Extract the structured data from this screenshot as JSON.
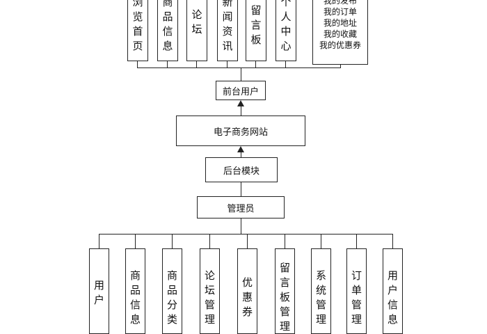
{
  "front": {
    "boxes": [
      {
        "label": "浏览首页"
      },
      {
        "label": "商品信息"
      },
      {
        "label": "论坛"
      },
      {
        "label": "新闻资讯"
      },
      {
        "label": "留言板"
      },
      {
        "label": "个人中心"
      },
      {
        "label": "我的发布\n我的订单\n我的地址\n我的收藏\n我的优惠券"
      }
    ],
    "parent_label": "前台用户"
  },
  "center": {
    "site_label": "电子商务网站",
    "backend_label": "后台模块",
    "admin_label": "管理员"
  },
  "back": {
    "boxes": [
      {
        "label": "用户"
      },
      {
        "label": "商品信息"
      },
      {
        "label": "商品分类"
      },
      {
        "label": "论坛管理"
      },
      {
        "label": "优惠券"
      },
      {
        "label": "留言板管理"
      },
      {
        "label": "系统管理"
      },
      {
        "label": "订单管理"
      },
      {
        "label": "用户信息"
      }
    ]
  }
}
